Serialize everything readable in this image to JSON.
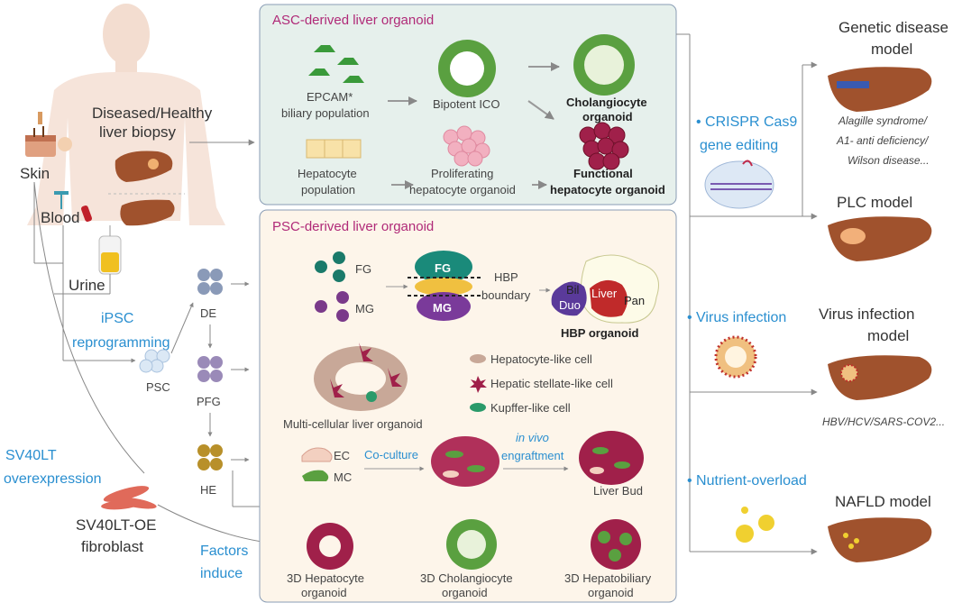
{
  "source": {
    "skin": "Skin",
    "blood": "Blood",
    "urine": "Urine",
    "biopsy_line1": "Diseased/Healthy",
    "biopsy_line2": "liver biopsy",
    "ipsc_line1": "iPSC",
    "ipsc_line2": "reprogramming",
    "sv40lt_line1": "SV40LT",
    "sv40lt_line2": "overexpression",
    "fibro_line1": "SV40LT-OE",
    "fibro_line2": "fibroblast",
    "factors_line1": "Factors",
    "factors_line2": "induce"
  },
  "stages": {
    "psc": "PSC",
    "de": "DE",
    "pfg": "PFG",
    "he": "HE"
  },
  "asc": {
    "title": "ASC-derived liver organoid",
    "epcam_line1": "EPCAM*",
    "epcam_line2": "biliary population",
    "bipotent": "Bipotent ICO",
    "cholangio_line1": "Cholangiocyte",
    "cholangio_line2": "organoid",
    "hep_pop_line1": "Hepatocyte",
    "hep_pop_line2": "population",
    "prolif_line1": "Proliferating",
    "prolif_line2": "hepatocyte organoid",
    "functional_line1": "Functional",
    "functional_line2": "hepatocyte organoid"
  },
  "psc_box": {
    "title": "PSC-derived liver organoid",
    "fg": "FG",
    "mg": "MG",
    "hbp_line1": "HBP",
    "hbp_line2": "boundary",
    "bil": "Bil",
    "duo": "Duo",
    "liver": "Liver",
    "pan": "Pan",
    "hbp_organoid": "HBP organoid",
    "legend_hep": "Hepatocyte-like cell",
    "legend_stellate": "Hepatic stellate-like cell",
    "legend_kupffer": "Kupffer-like cell",
    "multicell": "Multi-cellular liver organoid",
    "ec": "EC",
    "mc": "MC",
    "coculture": "Co-culture",
    "invivo_line1": "in vivo",
    "invivo_line2": "engraftment",
    "liver_bud": "Liver Bud",
    "hep3d_line1": "3D Hepatocyte",
    "hep3d_line2": "organoid",
    "chol3d_line1": "3D Cholangiocyte",
    "chol3d_line2": "organoid",
    "hepbil3d_line1": "3D Hepatobiliary",
    "hepbil3d_line2": "organoid"
  },
  "models": {
    "genetic_line1": "Genetic disease",
    "genetic_line2": "model",
    "genetic_ex1": "Alagille syndrome/",
    "genetic_ex2": "A1- anti deficiency/",
    "genetic_ex3": "Wilson disease...",
    "crispr_line1": "• CRISPR Cas9",
    "crispr_line2": "gene editing",
    "plc": "PLC model",
    "virus_method": "• Virus infection",
    "virus_line1": "Virus infection",
    "virus_line2": "model",
    "virus_ex": "HBV/HCV/SARS-COV2...",
    "nutrient": "• Nutrient-overload",
    "nafld": "NAFLD model"
  },
  "colors": {
    "asc_bg": "#e6f0ec",
    "psc_bg": "#fdf5ea",
    "box_border": "#8a9db5",
    "title_magenta": "#b02a78",
    "accent_blue": "#2a8fd0",
    "liver_brown": "#a0522d",
    "green_cell": "#5aa040",
    "magenta_cell": "#b0305a"
  }
}
